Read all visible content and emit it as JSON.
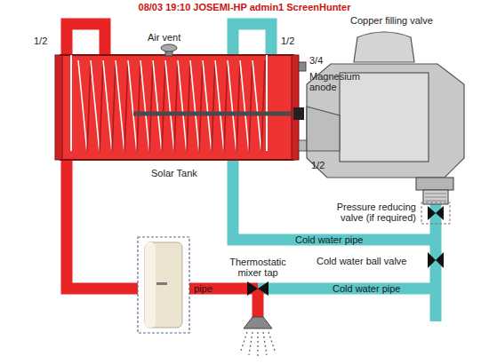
{
  "diagram": {
    "labels": [
      "08/03 19:10 JOSEMI-HP admin1 ScreenHunter",
      "Copper filling valve",
      "1/2",
      "Air vent",
      "1/2",
      "3/4",
      "Magnesium anode",
      "1/2",
      "Solar Tank",
      "Pressure reducing valve (if required)",
      "Cold water pipe",
      "Cold water ball valve",
      "pipe",
      "Thermostatic mixer tap",
      "Cold water pipe"
    ]
  }
}
